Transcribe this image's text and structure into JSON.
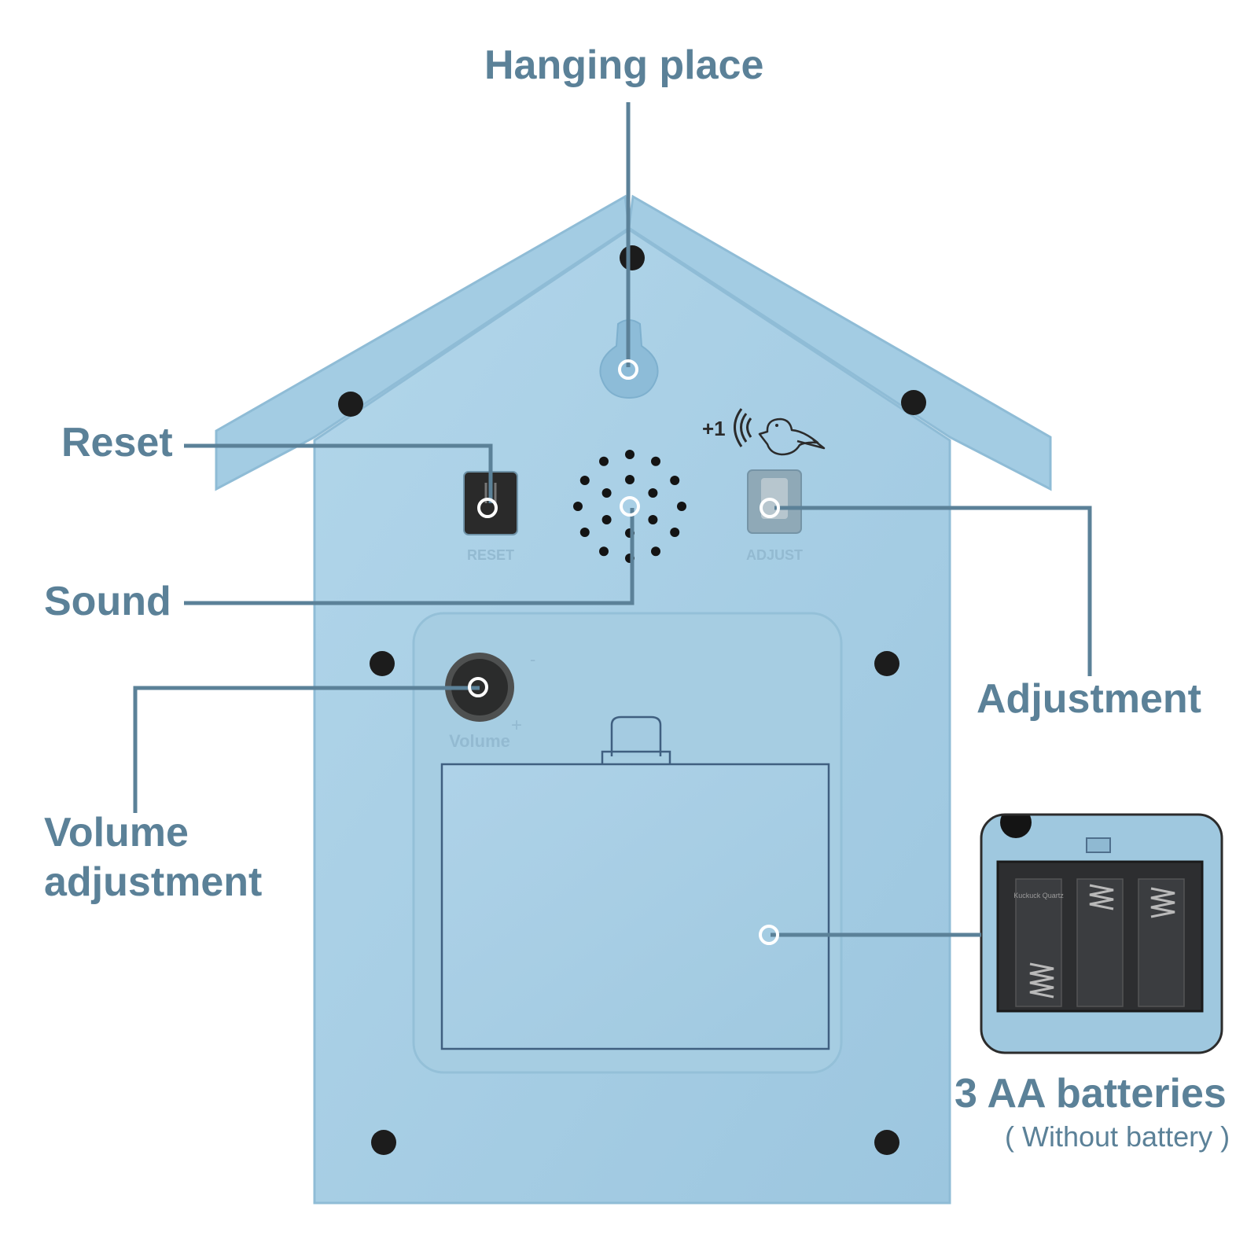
{
  "callouts": {
    "hanging_place": "Hanging place",
    "reset": "Reset",
    "sound": "Sound",
    "adjustment": "Adjustment",
    "volume_line1": "Volume",
    "volume_line2": "adjustment",
    "batteries": "3 AA batteries",
    "batteries_note": "( Without battery )"
  },
  "device_markings": {
    "reset_label": "RESET",
    "adjust_label": "ADJUST",
    "volume_label": "Volume",
    "hour_marker": "+1",
    "volume_minus": "-",
    "volume_plus": "+",
    "battery_compartment_text": "Kuckuck Quartz"
  },
  "colors": {
    "callout_text": "#5b8198",
    "leader_line": "#5b8198",
    "device_body": "#a7cfe6",
    "device_edge": "#8fbcd6",
    "background": "#ffffff"
  }
}
